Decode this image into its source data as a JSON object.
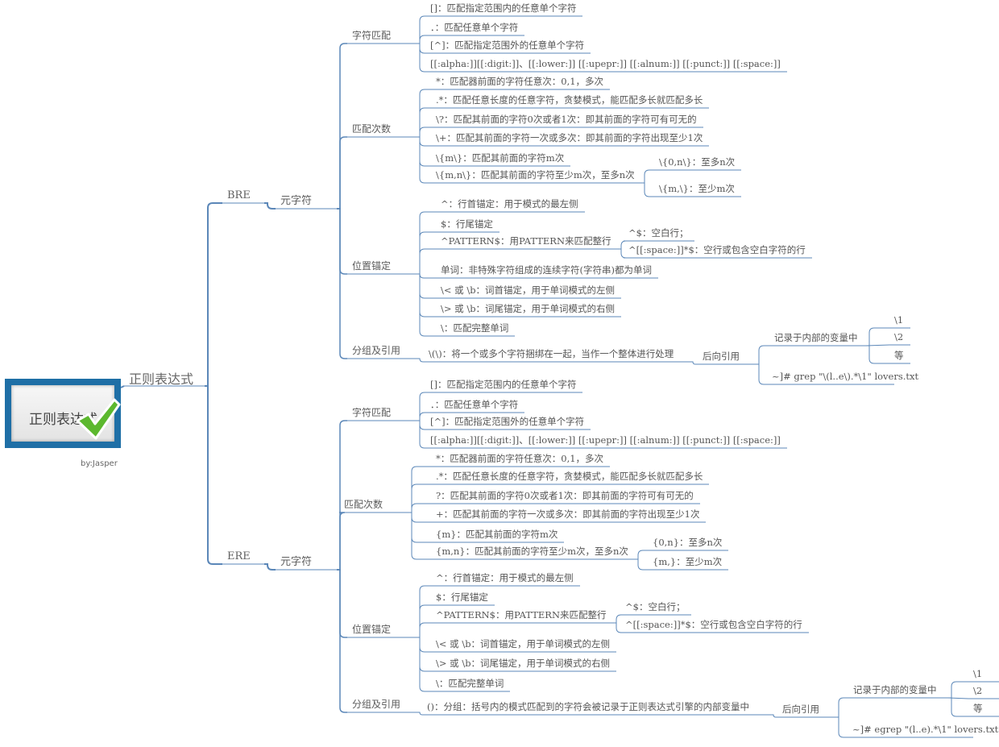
{
  "root": {
    "label": "正则表达式",
    "logo_text": "正则表达式",
    "byline": "by:Jasper",
    "line_color": "#5b87b8"
  },
  "bre": {
    "label": "BRE",
    "meta": "元字符",
    "match": {
      "label": "字符匹配",
      "items": [
        "[]：匹配指定范围内的任意单个字符",
        "．：匹配任意单个字符",
        "[^]：匹配指定范围外的任意单个字符",
        "[[:alpha:]][[:digit:]]、[[:lower:]] [[:upepr:]] [[:alnum:]] [[:punct:]] [[:space:]]"
      ]
    },
    "count": {
      "label": "匹配次数",
      "items": [
        "*：匹配器前面的字符任意次：0,1，多次",
        ".*：匹配任意长度的任意字符，贪婪模式，能匹配多长就匹配多长",
        "\\?：匹配其前面的字符0次或者1次：即其前面的字符可有可无的",
        "\\+：匹配其前面的字符一次或多次：即其前面的字符出现至少1次",
        "\\{m\\}：匹配其前面的字符m次",
        "\\{m,n\\}：匹配其前面的字符至少m次，至多n次"
      ],
      "sub": [
        "\\{0,n\\}：至多n次",
        "\\{m,\\}：至少m次"
      ]
    },
    "anchor": {
      "label": "位置锚定",
      "items": [
        "^：行首锚定：用于模式的最左侧",
        "$：行尾锚定",
        "^PATTERN$：用PATTERN来匹配整行",
        "单词：非特殊字符组成的连续字符(字符串)都为单词",
        "\\< 或 \\b：词首锚定，用于单词模式的左侧",
        "\\> 或 \\b：词尾锚定，用于单词模式的右侧",
        "\\：匹配完整单词"
      ],
      "sub": [
        "^$：空白行；",
        "^[[:space:]]*$：空行或包含空白字符的行"
      ]
    },
    "group": {
      "label": "分组及引用",
      "item": "\\(\\)：将一个或多个字符捆绑在一起，当作一个整体进行处理",
      "backref": "后向引用",
      "record": "记录于内部的变量中",
      "vars": [
        "\\1",
        "\\2",
        "等"
      ],
      "example": "~]# grep \"\\(l..e\\).*\\1\" lovers.txt"
    }
  },
  "ere": {
    "label": "ERE",
    "meta": "元字符",
    "match": {
      "label": "字符匹配",
      "items": [
        "[]：匹配指定范围内的任意单个字符",
        "．：匹配任意单个字符",
        "[^]：匹配指定范围外的任意单个字符",
        "[[:alpha:]][[:digit:]]、[[:lower:]] [[:upepr:]] [[:alnum:]] [[:punct:]] [[:space:]]"
      ]
    },
    "count": {
      "label": "匹配次数",
      "items": [
        "*：匹配器前面的字符任意次：0,1，多次",
        ".*：匹配任意长度的任意字符，贪婪模式，能匹配多长就匹配多长",
        "?：匹配其前面的字符0次或者1次：即其前面的字符可有可无的",
        "+：匹配其前面的字符一次或多次：即其前面的字符出现至少1次",
        "{m}：匹配其前面的字符m次",
        "{m,n}：匹配其前面的字符至少m次，至多n次"
      ],
      "sub": [
        "{0,n}：至多n次",
        "{m,}：至少m次"
      ]
    },
    "anchor": {
      "label": "位置锚定",
      "items": [
        "^：行首锚定：用于模式的最左侧",
        "$：行尾锚定",
        "^PATTERN$：用PATTERN来匹配整行",
        "\\< 或 \\b：词首锚定，用于单词模式的左侧",
        "\\> 或 \\b：词尾锚定，用于单词模式的右侧",
        "\\：匹配完整单词"
      ],
      "sub": [
        "^$：空白行；",
        "^[[:space:]]*$：空行或包含空白字符的行"
      ]
    },
    "group": {
      "label": "分组及引用",
      "item": "()：分组：括号内的模式匹配到的字符会被记录于正则表达式引擎的内部变量中",
      "backref": "后向引用",
      "record": "记录于内部的变量中",
      "vars": [
        "\\1",
        "\\2",
        "等"
      ],
      "example": "~]# egrep \"(l..e).*\\1\" lovers.txt"
    }
  }
}
